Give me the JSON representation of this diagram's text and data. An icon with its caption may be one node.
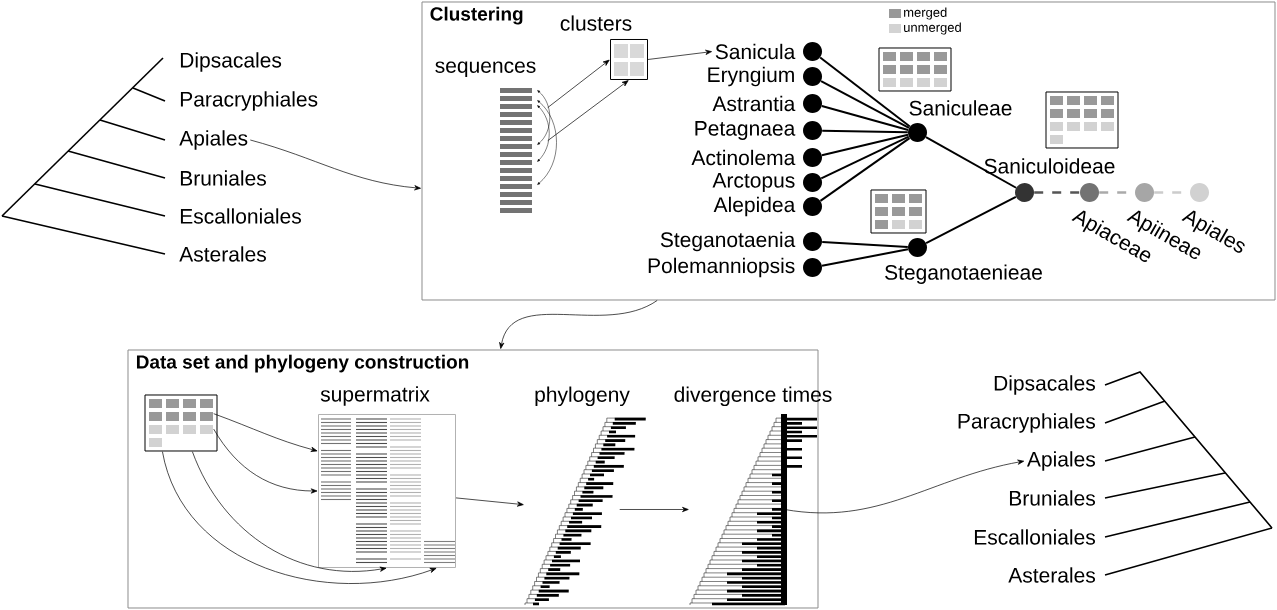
{
  "diagram": {
    "nodes": [
      {
        "text": [
          "Dipsacales"
        ]
      },
      {
        "text": [
          "Paracryphiales"
        ]
      },
      {
        "text": [
          "Apiales"
        ]
      },
      {
        "text": [
          "Bruniales"
        ]
      },
      {
        "text": [
          "Escalloniales"
        ]
      },
      {
        "text": [
          "Asterales"
        ]
      },
      {
        "text": [
          "Clustering"
        ]
      },
      {
        "text": [
          "sequences"
        ],
        "in": 6
      },
      {
        "text": [
          "clusters"
        ],
        "in": 6
      },
      {
        "text": [
          "Sanicula"
        ],
        "in": 6
      },
      {
        "text": [
          "Eryngium"
        ],
        "in": 6
      },
      {
        "text": [
          "Astrantia"
        ],
        "in": 6
      },
      {
        "text": [
          "Petagnaea"
        ],
        "in": 6
      },
      {
        "text": [
          "Actinolema"
        ],
        "in": 6
      },
      {
        "text": [
          "Arctopus"
        ],
        "in": 6
      },
      {
        "text": [
          "Alepidea"
        ],
        "in": 6
      },
      {
        "text": [
          "Steganotaenia"
        ],
        "in": 6
      },
      {
        "text": [
          "Polemanniopsis"
        ],
        "in": 6
      },
      {
        "text": [
          "Saniculeae"
        ],
        "in": 6
      },
      {
        "text": [
          "Steganotaenieae"
        ],
        "in": 6
      },
      {
        "text": [
          "Saniculoideae"
        ],
        "in": 6
      },
      {
        "text": [
          "Apiaceae"
        ],
        "in": 6
      },
      {
        "text": [
          "Apiineae"
        ],
        "in": 6
      },
      {
        "text": [
          "Apiales"
        ],
        "in": 6
      },
      {
        "text": [
          "Data set and phylogeny construction"
        ]
      },
      {
        "text": [],
        "shape": "box",
        "in": 24
      },
      {
        "text": [
          "supermatrix"
        ],
        "in": 24
      },
      {
        "text": [
          "phylogeny"
        ],
        "in": 24
      },
      {
        "text": [
          "divergence times"
        ],
        "in": 24
      },
      {
        "text": [
          "Dipsacales"
        ]
      },
      {
        "text": [
          "Paracryphiales"
        ]
      },
      {
        "text": [
          "Apiales"
        ]
      },
      {
        "text": [
          "Bruniales"
        ]
      },
      {
        "text": [
          "Escalloniales"
        ]
      },
      {
        "text": [
          "Asterales"
        ]
      }
    ],
    "edges": [
      {
        "from": 2,
        "to": 6,
        "arrow": "to"
      },
      {
        "from": 7,
        "to": 8,
        "arrow": "to"
      },
      {
        "from": 7,
        "to": 8,
        "arrow": "to"
      },
      {
        "from": 8,
        "to": 9,
        "arrow": "to"
      },
      {
        "from": 9,
        "to": 18,
        "arrow": "none"
      },
      {
        "from": 10,
        "to": 18,
        "arrow": "none"
      },
      {
        "from": 11,
        "to": 18,
        "arrow": "none"
      },
      {
        "from": 12,
        "to": 18,
        "arrow": "none"
      },
      {
        "from": 13,
        "to": 18,
        "arrow": "none"
      },
      {
        "from": 14,
        "to": 18,
        "arrow": "none"
      },
      {
        "from": 15,
        "to": 18,
        "arrow": "none"
      },
      {
        "from": 16,
        "to": 19,
        "arrow": "none"
      },
      {
        "from": 17,
        "to": 19,
        "arrow": "none"
      },
      {
        "from": 18,
        "to": 20,
        "arrow": "none"
      },
      {
        "from": 19,
        "to": 20,
        "arrow": "none"
      },
      {
        "from": 20,
        "to": 21,
        "arrow": "none",
        "style": "dashed",
        "color": "#555555"
      },
      {
        "from": 21,
        "to": 22,
        "arrow": "none",
        "style": "dashed",
        "color": "#aaaaaa"
      },
      {
        "from": 22,
        "to": 23,
        "arrow": "none",
        "style": "dashed",
        "color": "#cccccc"
      },
      {
        "from": 6,
        "to": 24,
        "arrow": "to"
      },
      {
        "from": 25,
        "to": 26,
        "arrow": "to"
      },
      {
        "from": 25,
        "to": 26,
        "arrow": "to"
      },
      {
        "from": 25,
        "to": 26,
        "arrow": "to"
      },
      {
        "from": 25,
        "to": 26,
        "arrow": "to"
      },
      {
        "from": 26,
        "to": 27,
        "arrow": "to"
      },
      {
        "from": 27,
        "to": 28,
        "arrow": "to"
      },
      {
        "from": 28,
        "to": 31,
        "arrow": "to"
      }
    ],
    "legend": [
      {
        "text": "merged",
        "color": "#999999"
      },
      {
        "text": "unmerged",
        "color": "#d3d3d3"
      }
    ]
  }
}
